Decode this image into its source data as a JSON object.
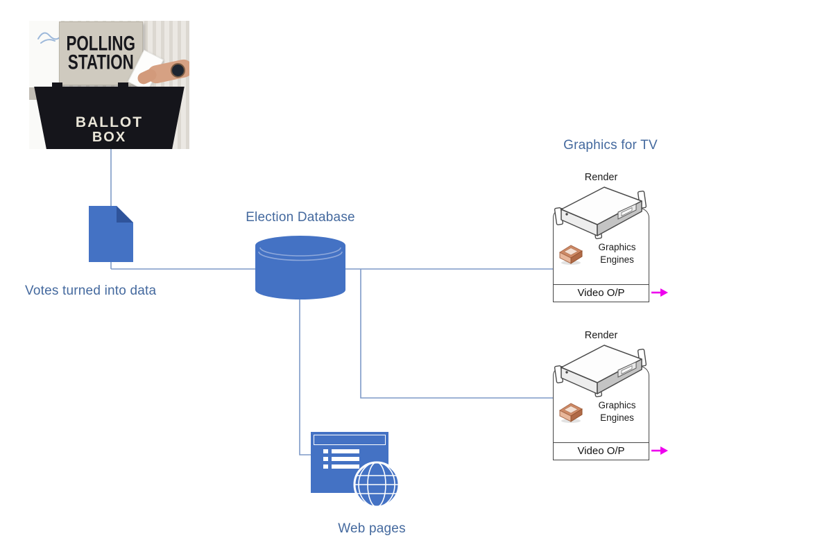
{
  "photo": {
    "sign": {
      "line1": "POLLING",
      "line2": "STATION"
    },
    "box": {
      "line1": "BALLOT",
      "line2": "BOX"
    }
  },
  "labels": {
    "votes": "Votes turned into data",
    "database": "Election Database",
    "graphics_tv": "Graphics for TV",
    "web": "Web pages"
  },
  "renders": [
    {
      "title": "Render",
      "engines": {
        "line1": "Graphics",
        "line2": "Engines"
      },
      "video": "Video O/P"
    },
    {
      "title": "Render",
      "engines": {
        "line1": "Graphics",
        "line2": "Engines"
      },
      "video": "Video O/P"
    }
  ],
  "colors": {
    "shape_blue": "#4472C4",
    "fold_blue": "#2F549B",
    "connector_blue": "#7D99C7",
    "label_blue": "#44699E",
    "outline_dark": "#454545",
    "arrow_magenta": "#EE00EE"
  }
}
